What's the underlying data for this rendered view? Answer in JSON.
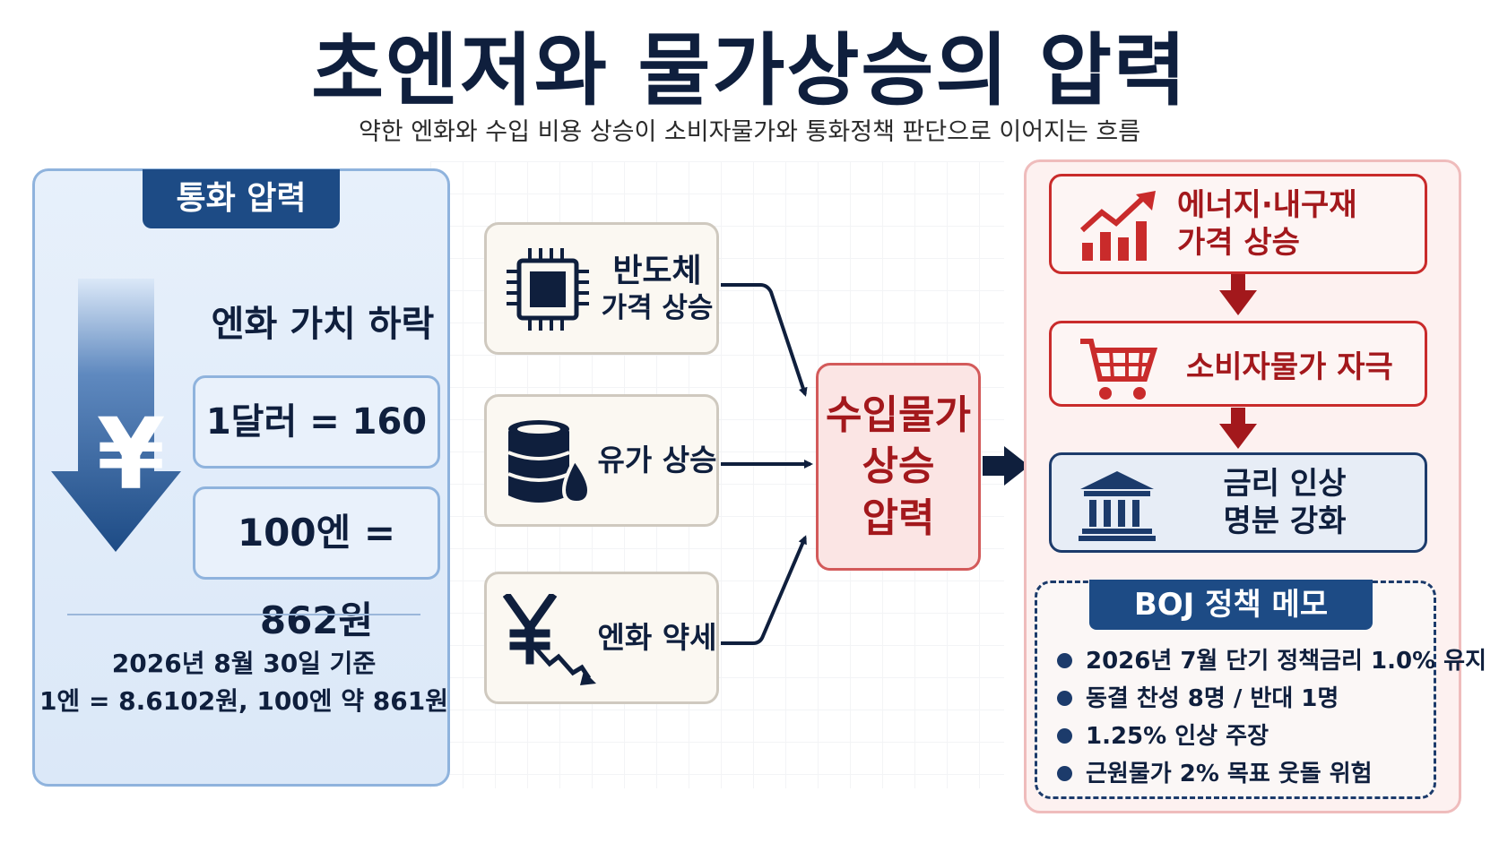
{
  "title": "초엔저와 물가상승의 압력",
  "subtitle": "약한 엔화와 수입 비용 상승이 소비자물가와 통화정책 판단으로 이어지는 흐름",
  "left_panel": {
    "tab": "통화 압력",
    "heading": "엔화 가치 하락",
    "symbol": "¥",
    "rate_usd": "1달러 = 160엔",
    "rate_krw": "100엔 = 862원",
    "basis_date": "2026년 8월 30일 기준",
    "basis_rate": "1엔 = 8.6102원, 100엔 약 861원"
  },
  "causes": [
    {
      "line1": "반도체",
      "line2": "가격 상승",
      "icon": "chip-icon"
    },
    {
      "line1": "유가 상승",
      "icon": "oil-barrel-icon"
    },
    {
      "line1": "엔화 약세",
      "icon": "yen-down-icon"
    }
  ],
  "center": {
    "line1": "수입물가",
    "line2": "상승",
    "line3": "압력"
  },
  "effects": [
    {
      "line1": "에너지·내구재",
      "line2": "가격 상승",
      "icon": "rising-chart-icon"
    },
    {
      "line1": "소비자물가 자극",
      "icon": "cart-icon"
    },
    {
      "line1": "금리 인상",
      "line2": "명분 강화",
      "icon": "bank-icon"
    }
  ],
  "memo": {
    "title": "BOJ 정책 메모",
    "items": [
      "2026년 7월 단기 정책금리 1.0% 유지",
      "동결 찬성 8명 / 반대 1명",
      "1.25% 인상 주장",
      "근원물가 2% 목표 웃돌 위험"
    ]
  },
  "colors": {
    "navy": "#0f1f3d",
    "blue_tab": "#1d4b85",
    "red": "#a3181c",
    "red_border": "#c92b2b",
    "light_blue": "#e7f0fb",
    "light_red": "#fdf1f0"
  }
}
